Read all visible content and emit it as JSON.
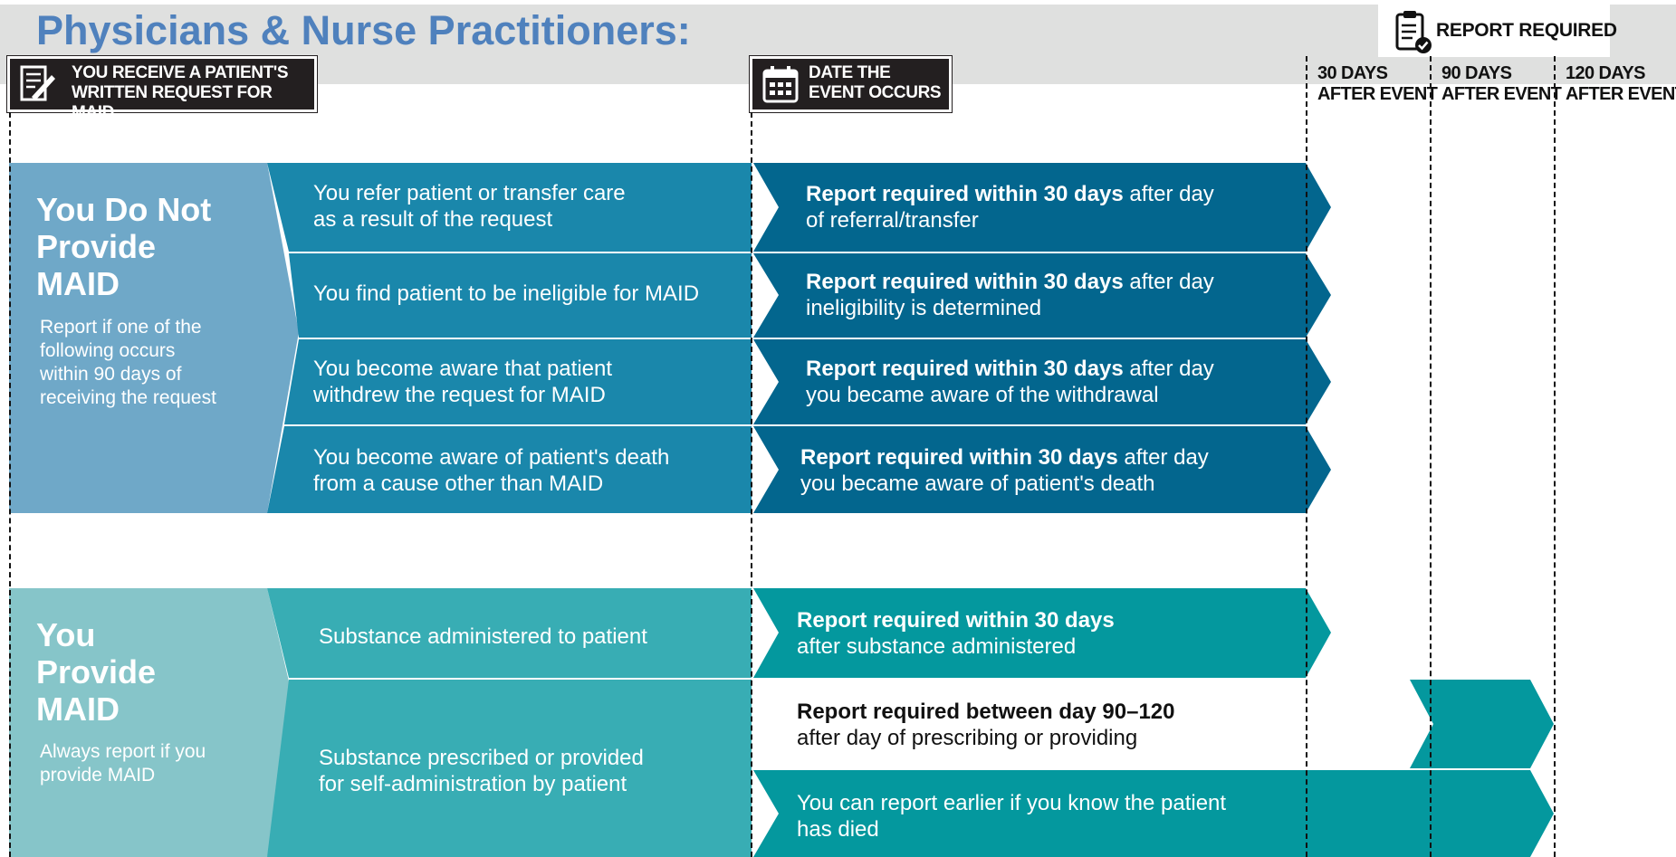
{
  "title": "Physicians & Nurse Practitioners:",
  "legend": {
    "icon": "clipboard-check-icon",
    "label": "REPORT REQUIRED"
  },
  "headers": {
    "receive": {
      "icon": "written-request-icon",
      "line1": "YOU RECEIVE A PATIENT'S",
      "line2": "WRITTEN REQUEST FOR MAID"
    },
    "event": {
      "icon": "calendar-icon",
      "line1": "DATE THE",
      "line2": "EVENT OCCURS"
    },
    "days30": {
      "line1": "30 DAYS",
      "line2": "AFTER EVENT"
    },
    "days90": {
      "line1": "90 DAYS",
      "line2": "AFTER EVENT"
    },
    "days120": {
      "line1": "120 DAYS",
      "line2": "AFTER EVENT"
    }
  },
  "not_provide": {
    "heading_lines": [
      "You Do Not",
      "Provide",
      "MAID"
    ],
    "note_lines": [
      "Report if one of the",
      "following occurs",
      "within 90 days of",
      "receiving the request"
    ],
    "rows": [
      {
        "cause": [
          "You refer patient or transfer care",
          "as a result of the request"
        ],
        "req_bold": "Report required within 30 days",
        "req_rest1": " after day",
        "req_line2": "of referral/transfer"
      },
      {
        "cause": [
          "You find patient to be ineligible for MAID"
        ],
        "req_bold": "Report required within 30 days",
        "req_rest1": " after day",
        "req_line2": "ineligibility is determined"
      },
      {
        "cause": [
          "You become aware that patient",
          "withdrew the request for MAID"
        ],
        "req_bold": "Report required within 30 days",
        "req_rest1": " after day",
        "req_line2": "you became aware of the withdrawal"
      },
      {
        "cause": [
          "You become aware of patient's death",
          "from a cause other than MAID"
        ],
        "req_bold": "Report required within 30 days",
        "req_rest1": " after day",
        "req_line2": "you became aware of patient's death"
      }
    ]
  },
  "provide": {
    "heading_lines": [
      "You",
      "Provide",
      "MAID"
    ],
    "note_lines": [
      "Always report if you",
      "provide MAID"
    ],
    "row1": {
      "cause": "Substance administered to patient",
      "req_bold": "Report required within 30 days",
      "req_line2": "after substance administered"
    },
    "row2": {
      "cause": [
        "Substance prescribed or provided",
        "for self-administration by patient"
      ],
      "req_bold": "Report required between day 90–120",
      "req_line2": "after day of prescribing or providing",
      "early_lines": [
        "You can report earlier if you know the patient",
        "has died"
      ]
    }
  },
  "colors": {
    "band": "#dfe0df",
    "title": "#4f81bd",
    "dark_box": "#231f20",
    "np_left": "#6fa8c8",
    "np_cause": "#1a87ab",
    "np_req": "#03668e",
    "p_left": "#86c5c9",
    "p_cause": "#38adb4",
    "p_req": "#04989e"
  }
}
